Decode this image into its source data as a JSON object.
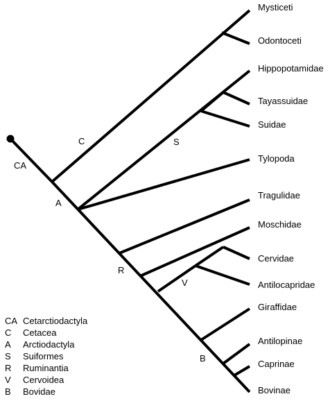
{
  "taxa": [
    "Mysticeti",
    "Odontoceti",
    "Hippopotamidae",
    "Tayassuidae",
    "Suidae",
    "Tylopoda",
    "Tragulidae",
    "Moschidae",
    "Cervidae",
    "Antilocapridae",
    "Giraffidae",
    "Antilopinae",
    "Caprinae",
    "Bovinae"
  ],
  "node_labels": [
    "CA",
    "C",
    "A",
    "S",
    "R",
    "V",
    "B"
  ],
  "legend": [
    {
      "abbr": "CA",
      "name": "Cetarctiodactyla"
    },
    {
      "abbr": "C",
      "name": "Cetacea"
    },
    {
      "abbr": "A",
      "name": "Arctiodactyla"
    },
    {
      "abbr": "S",
      "name": "Suiformes"
    },
    {
      "abbr": "R",
      "name": "Ruminantia"
    },
    {
      "abbr": "V",
      "name": "Cervoidea"
    },
    {
      "abbr": "B",
      "name": "Bovidae"
    }
  ]
}
